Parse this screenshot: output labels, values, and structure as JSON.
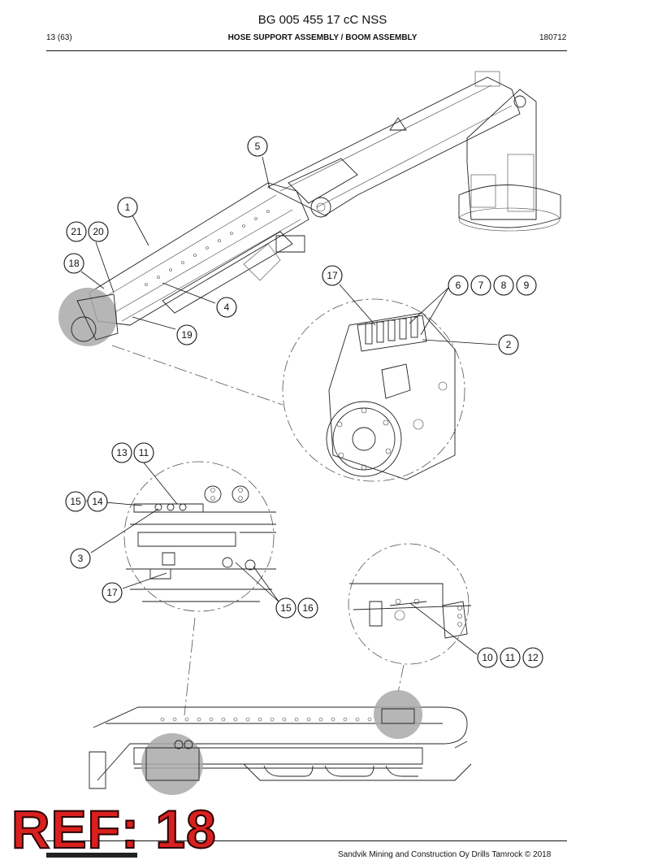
{
  "header": {
    "doc_number": "BG 005 455 17 cC NSS",
    "page": "13 (63)",
    "section_title": "HOSE SUPPORT ASSEMBLY / BOOM ASSEMBLY",
    "date_code": "180712"
  },
  "callouts": [
    {
      "id": "c-5",
      "label": "5"
    },
    {
      "id": "c-1",
      "label": "1"
    },
    {
      "id": "c-21",
      "label": "21"
    },
    {
      "id": "c-20",
      "label": "20"
    },
    {
      "id": "c-18",
      "label": "18"
    },
    {
      "id": "c-4",
      "label": "4"
    },
    {
      "id": "c-19",
      "label": "19"
    },
    {
      "id": "c-17a",
      "label": "17"
    },
    {
      "id": "c-6",
      "label": "6"
    },
    {
      "id": "c-7",
      "label": "7"
    },
    {
      "id": "c-8",
      "label": "8"
    },
    {
      "id": "c-9",
      "label": "9"
    },
    {
      "id": "c-2",
      "label": "2"
    },
    {
      "id": "c-13",
      "label": "13"
    },
    {
      "id": "c-11a",
      "label": "11"
    },
    {
      "id": "c-15a",
      "label": "15"
    },
    {
      "id": "c-14",
      "label": "14"
    },
    {
      "id": "c-3",
      "label": "3"
    },
    {
      "id": "c-17b",
      "label": "17"
    },
    {
      "id": "c-15b",
      "label": "15"
    },
    {
      "id": "c-16",
      "label": "16"
    },
    {
      "id": "c-10",
      "label": "10"
    },
    {
      "id": "c-11b",
      "label": "11"
    },
    {
      "id": "c-12",
      "label": "12"
    }
  ],
  "overlay": {
    "ref_label": "REF: 18"
  },
  "footer": {
    "copyright": "Sandvik Mining and Construction Oy Drills Tamrock © 2018"
  },
  "colors": {
    "ref_red": "#d9201f",
    "highlight_zone": "#a9a9a9"
  }
}
